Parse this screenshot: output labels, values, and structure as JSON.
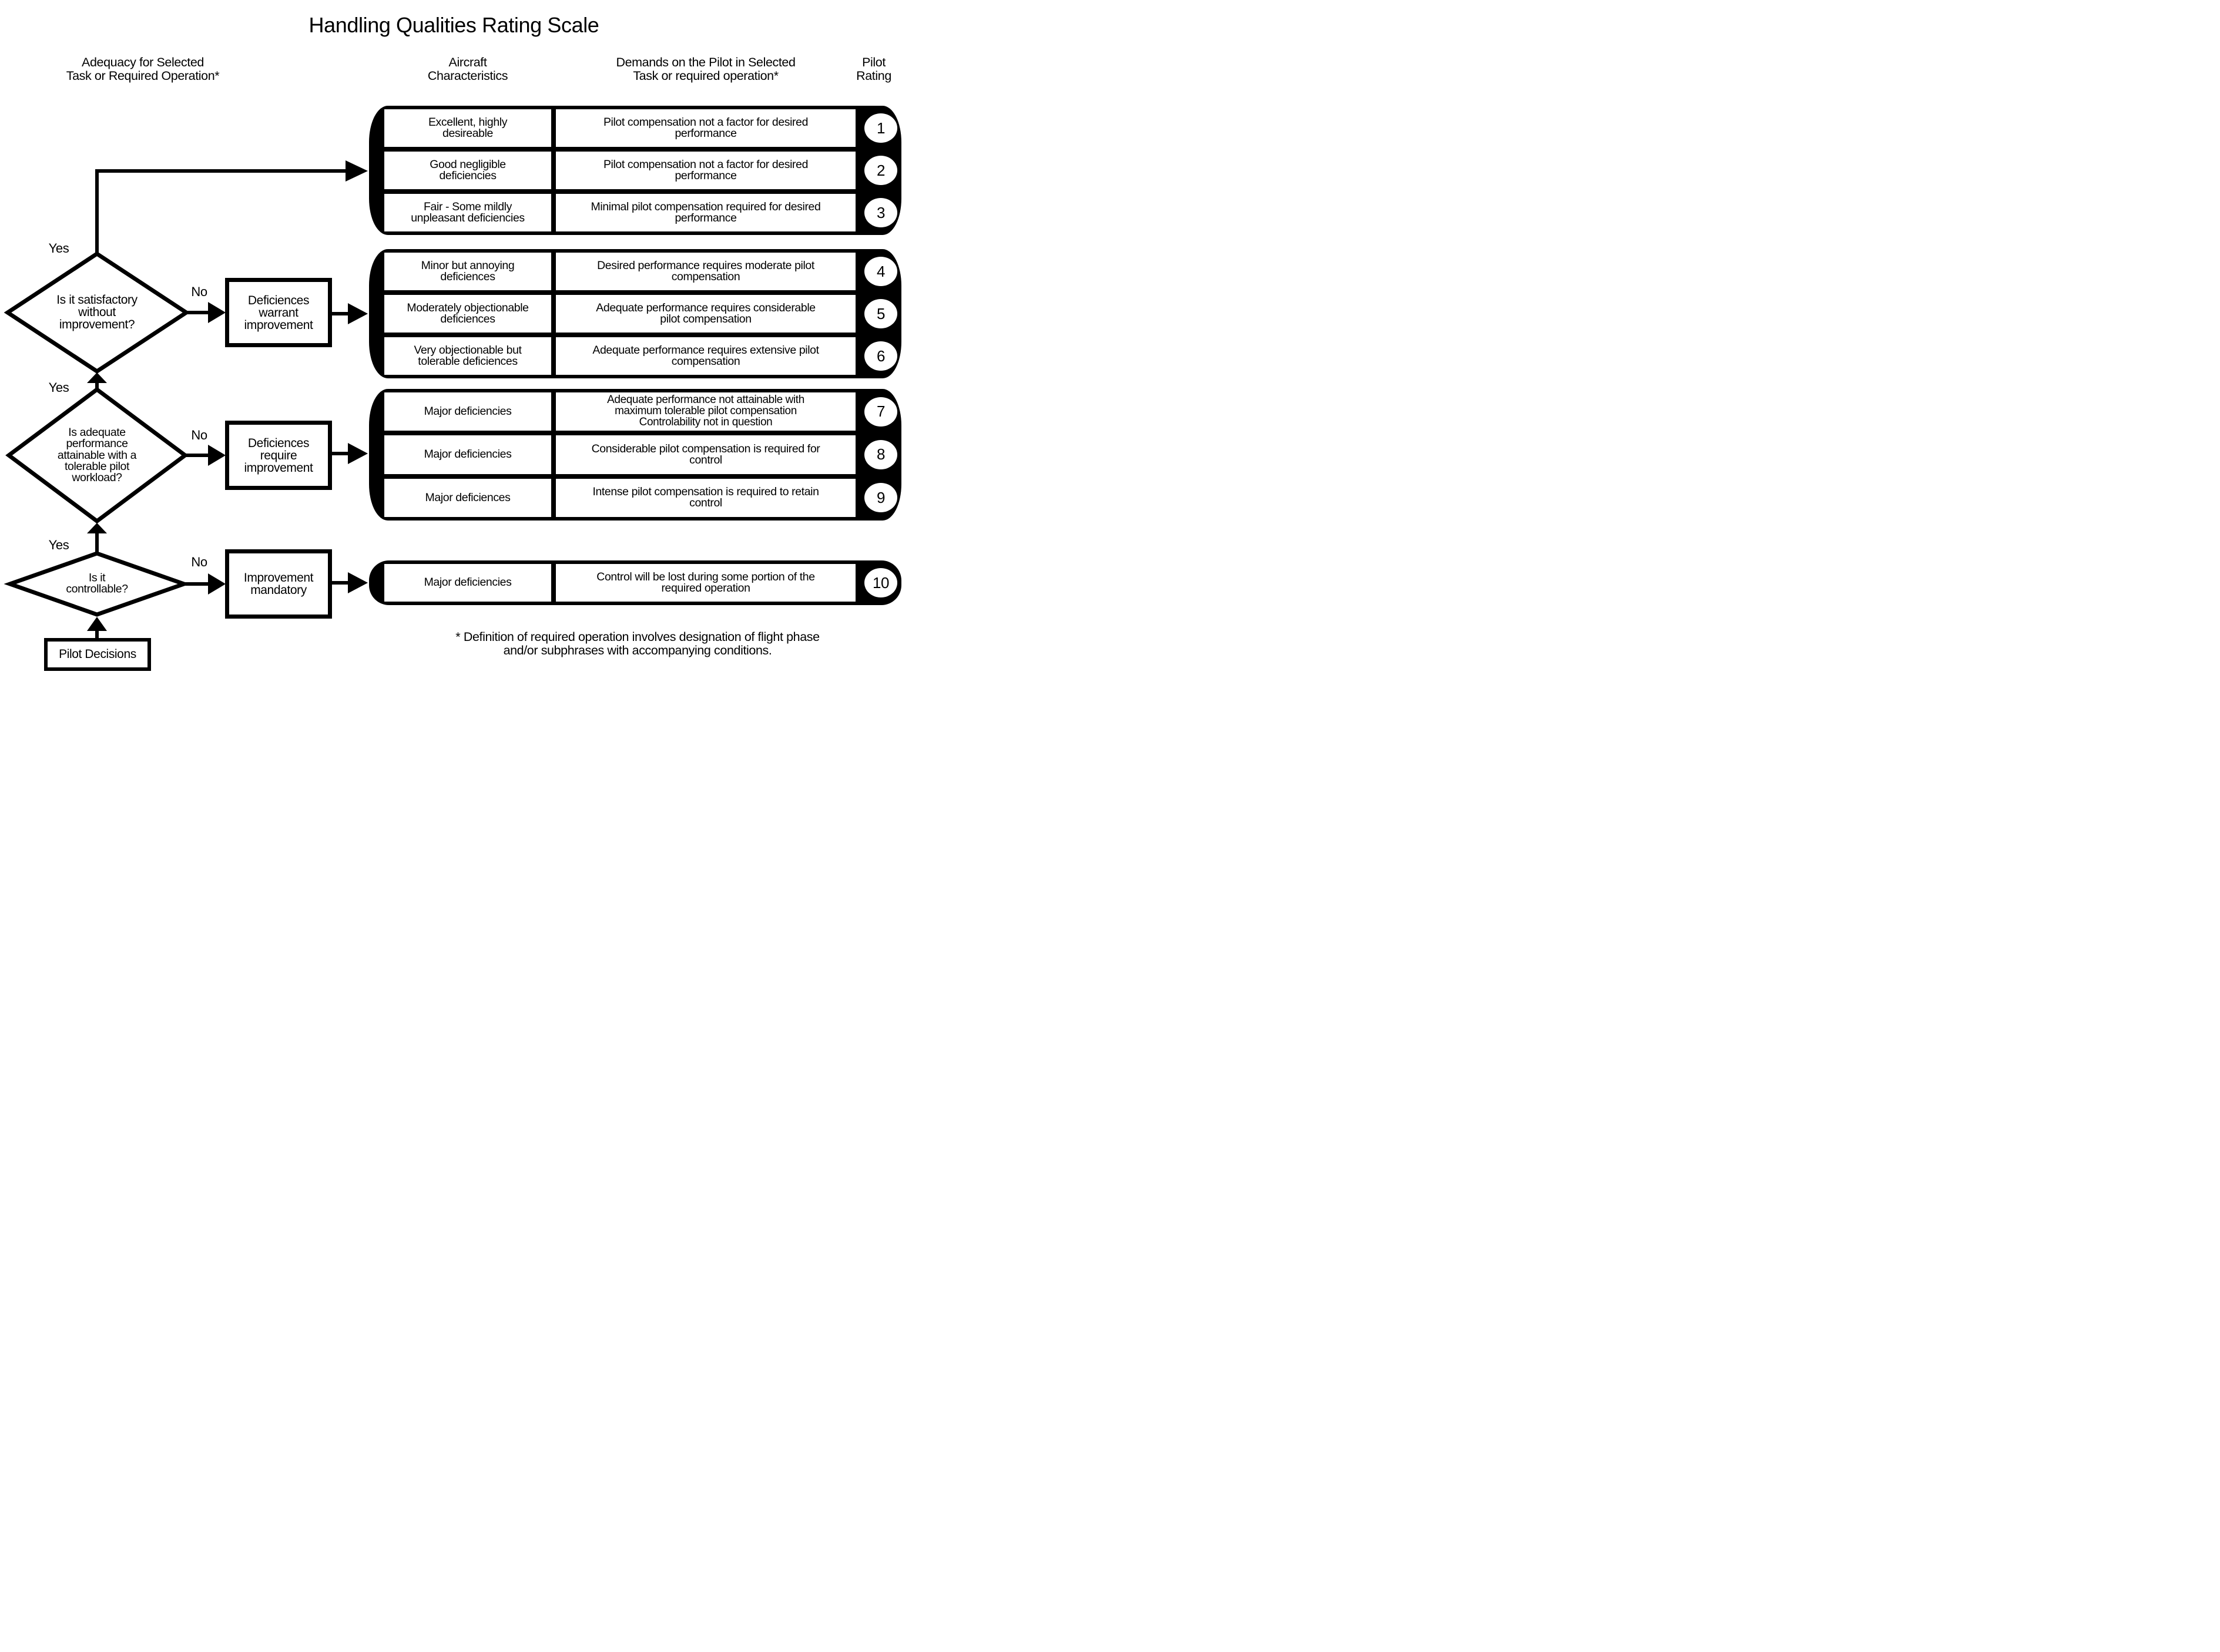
{
  "title": "Handling Qualities Rating Scale",
  "column_headers": {
    "adequacy": "Adequacy for Selected\nTask or Required Operation*",
    "aircraft": "Aircraft\nCharacteristics",
    "demands": "Demands on the Pilot in Selected\nTask or required operation*",
    "rating": "Pilot\nRating"
  },
  "groups": [
    {
      "rows": [
        {
          "aircraft": "Excellent, highly\ndesireable",
          "demands": "Pilot compensation not a factor for desired\nperformance",
          "rating": "1"
        },
        {
          "aircraft": "Good negligible\ndeficiencies",
          "demands": "Pilot compensation not a factor for desired\nperformance",
          "rating": "2"
        },
        {
          "aircraft": "Fair - Some mildly\nunpleasant deficiencies",
          "demands": "Minimal pilot compensation required for desired\nperformance",
          "rating": "3"
        }
      ]
    },
    {
      "rows": [
        {
          "aircraft": "Minor but annoying\ndeficiences",
          "demands": "Desired performance requires moderate pilot\ncompensation",
          "rating": "4"
        },
        {
          "aircraft": "Moderately objectionable\ndeficiences",
          "demands": "Adequate performance requires considerable\npilot compensation",
          "rating": "5"
        },
        {
          "aircraft": "Very objectionable but\ntolerable deficiences",
          "demands": "Adequate performance requires extensive pilot\ncompensation",
          "rating": "6"
        }
      ]
    },
    {
      "rows": [
        {
          "aircraft": "Major deficiencies",
          "demands": "Adequate performance not attainable with\nmaximum tolerable pilot compensation\nControlability not in question",
          "rating": "7"
        },
        {
          "aircraft": "Major deficiencies",
          "demands": "Considerable pilot compensation is required for\ncontrol",
          "rating": "8"
        },
        {
          "aircraft": "Major deficiences",
          "demands": "Intense pilot compensation is required to retain\ncontrol",
          "rating": "9"
        }
      ]
    },
    {
      "rows": [
        {
          "aircraft": "Major deficiencies",
          "demands": "Control will be lost during some portion of the\nrequired operation",
          "rating": "10"
        }
      ]
    }
  ],
  "flow": {
    "yes_label": "Yes",
    "no_label": "No",
    "decisions": [
      {
        "question": "Is it satisfactory\nwithout\nimprovement?"
      },
      {
        "question": "Is adequate\nperformance\nattainable with a\ntolerable pilot\nworkload?"
      },
      {
        "question": "Is it\ncontrollable?"
      }
    ],
    "actions": [
      {
        "label": "Deficiences\nwarrant\nimprovement"
      },
      {
        "label": "Deficiences\nrequire\nimprovement"
      },
      {
        "label": "Improvement\nmandatory"
      }
    ],
    "start": "Pilot Decisions"
  },
  "footnote": "* Definition of required operation involves designation of flight phase\nand/or subphrases with accompanying conditions.",
  "colors": {
    "ink": "#000000",
    "paper": "#ffffff"
  }
}
